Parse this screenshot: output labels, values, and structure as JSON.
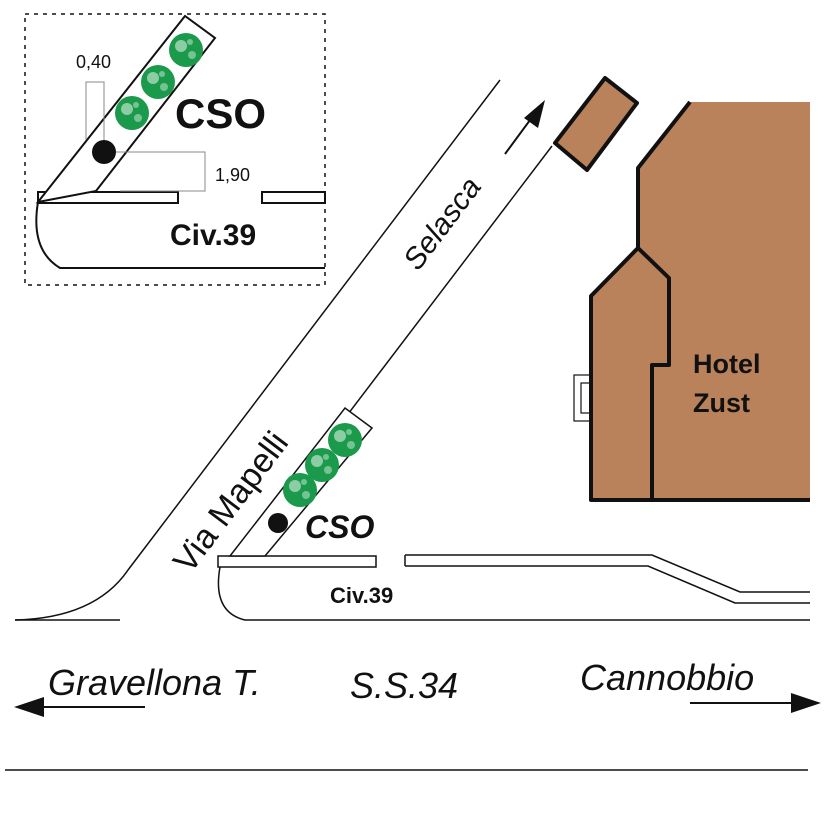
{
  "colors": {
    "building": "#b9825a",
    "tree": "#1a9a4a",
    "line": "#111111"
  },
  "inset": {
    "cso_label": "CSO",
    "civic_label": "Civ.39",
    "dimension_width": "0,40",
    "dimension_height": "1,90"
  },
  "map": {
    "street_via_mapelli": "Via Mapelli",
    "street_selasca": "Selasca",
    "cso_label": "CSO",
    "civic_label": "Civ.39",
    "hotel_name_line1": "Hotel",
    "hotel_name_line2": "Zust",
    "road_name": "S.S.34",
    "direction_left": "Gravellona T.",
    "direction_right": "Cannobbio"
  }
}
